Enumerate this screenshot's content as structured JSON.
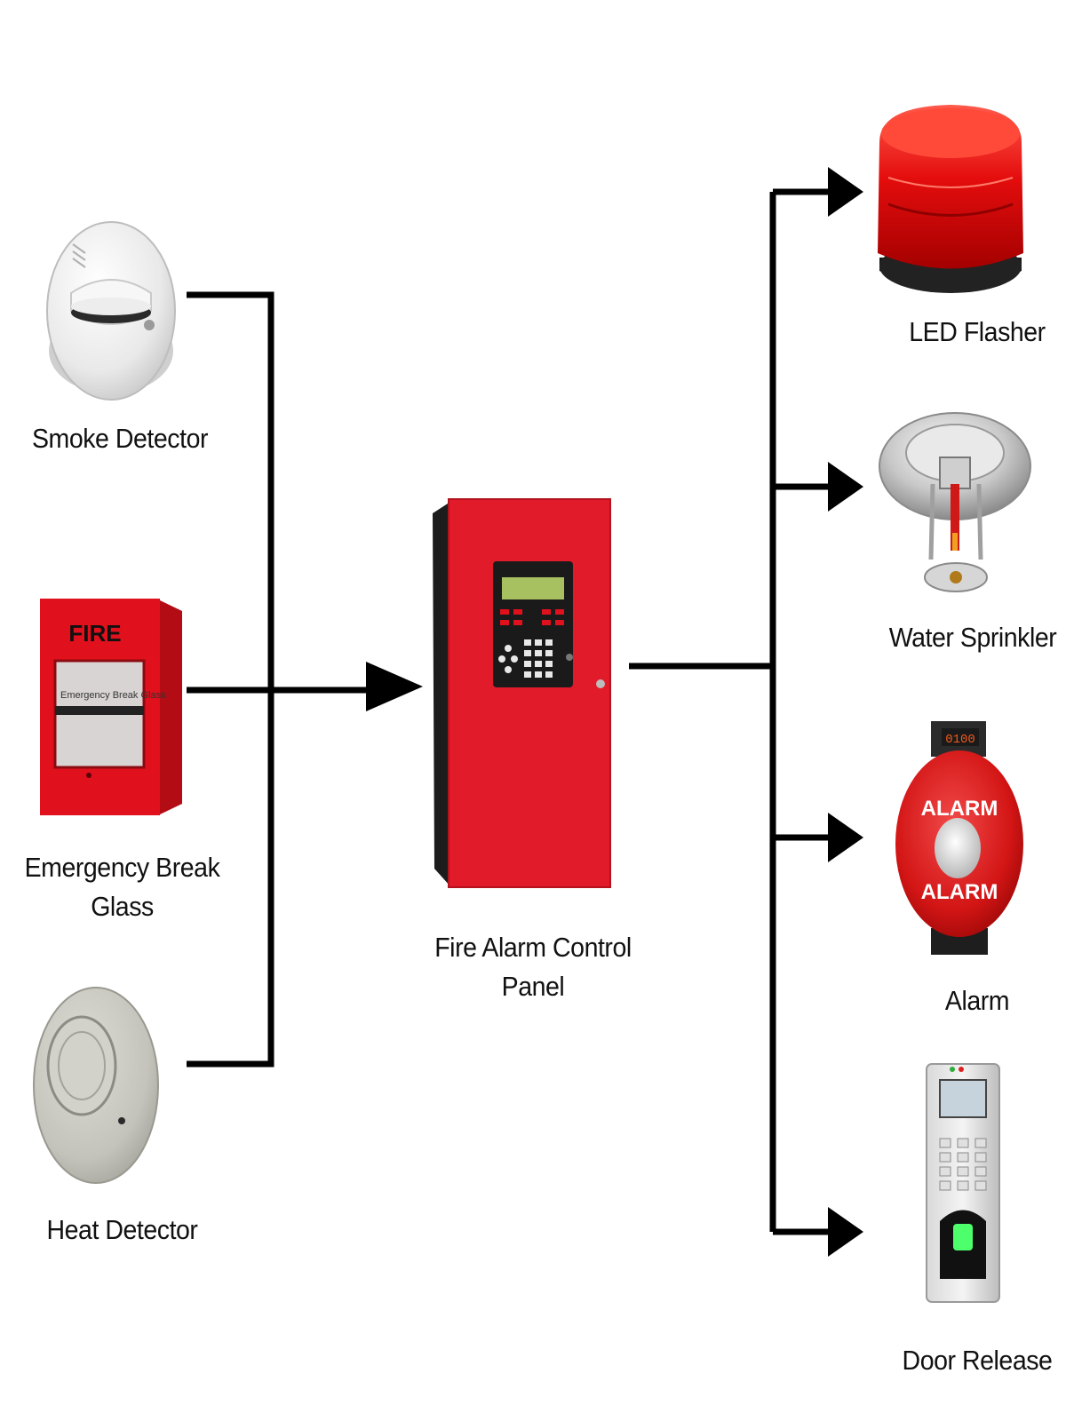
{
  "inputs": {
    "smoke_detector": "Smoke Detector",
    "emergency_break_glass_line1": "Emergency Break",
    "emergency_break_glass_line2": "Glass",
    "heat_detector": "Heat Detector"
  },
  "panel": {
    "label": "Fire Alarm Control Panel"
  },
  "outputs": {
    "led_flasher": "LED Flasher",
    "water_sprinkler": "Water Sprinkler",
    "alarm": "Alarm",
    "door_release": "Door Release"
  },
  "device_text": {
    "break_glass_sign": "FIRE",
    "alarm_bell_text_top": "ALARM",
    "alarm_bell_text_bottom": "ALARM",
    "alarm_bell_display": "0100"
  },
  "colors": {
    "line": "#000000",
    "device_red": "#e0101c",
    "panel_red": "#e21b2a",
    "background": "#ffffff"
  }
}
